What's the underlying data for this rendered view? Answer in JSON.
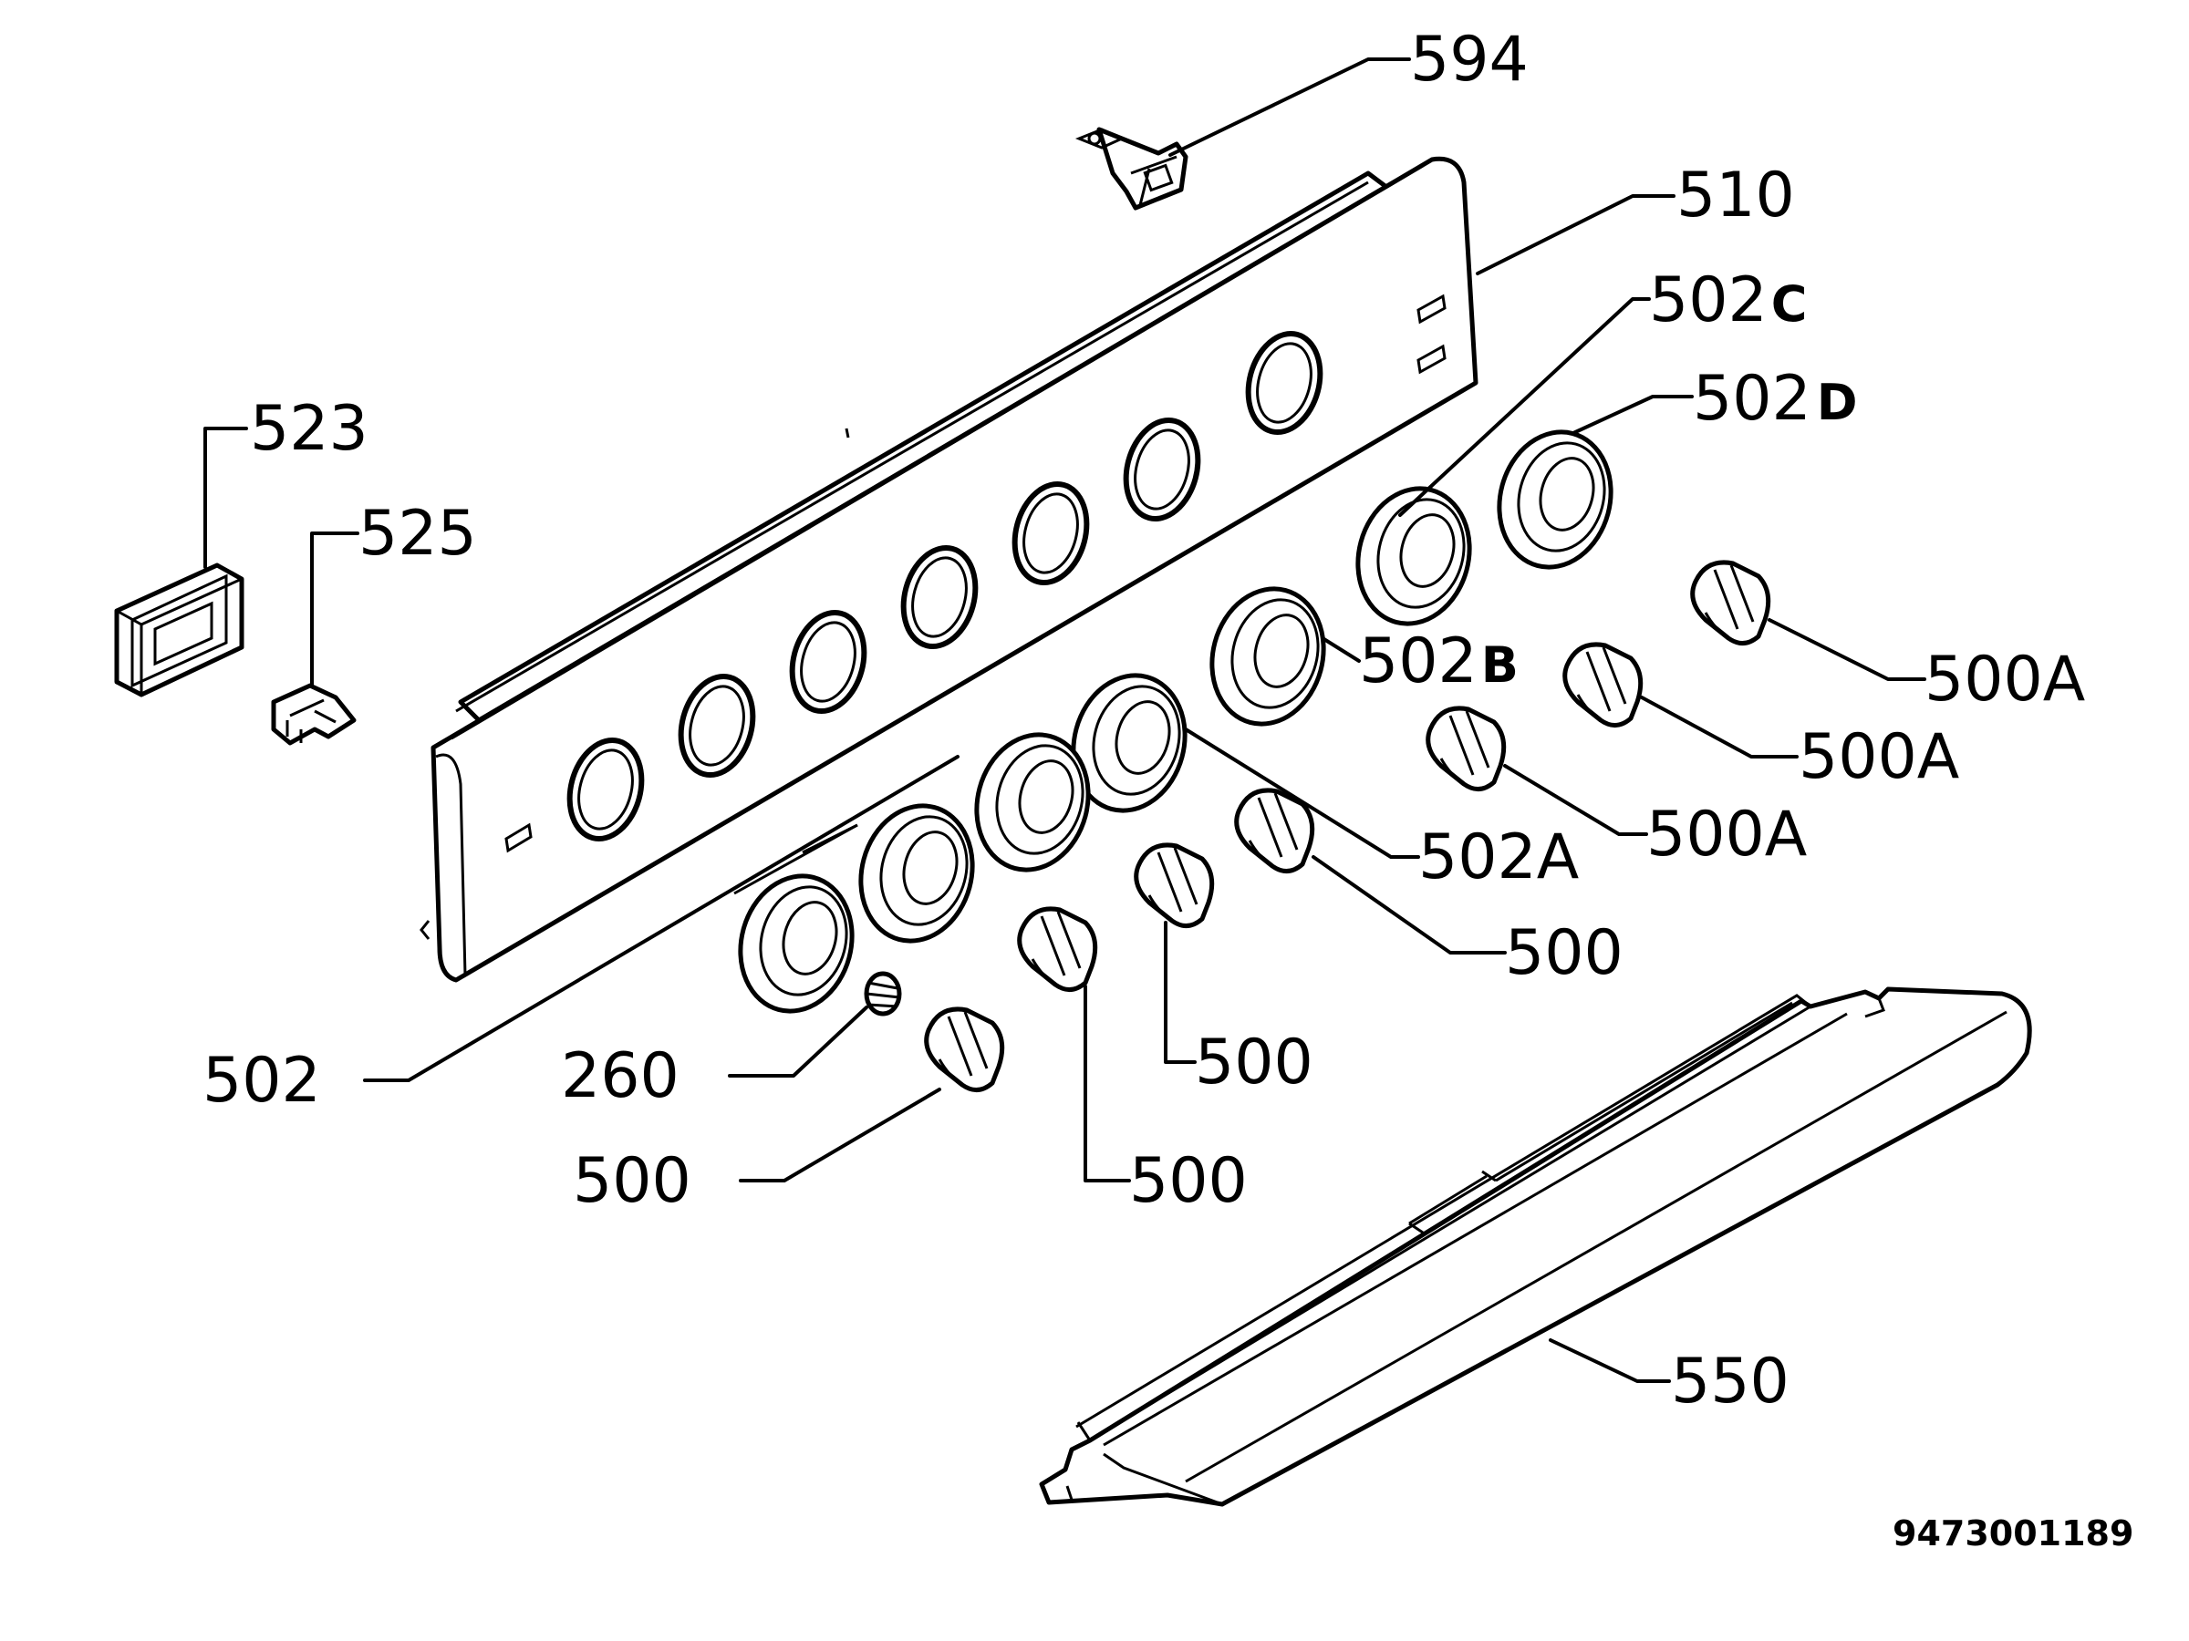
{
  "labels": {
    "p594": "594",
    "p510": "510",
    "p502c": "502",
    "p502c_suffix": "C",
    "p502d": "502",
    "p502d_suffix": "D",
    "p523": "523",
    "p525": "525",
    "p502b": "502",
    "p502b_suffix": "B",
    "p500a_1": "500A",
    "p500a_2": "500A",
    "p500a_3": "500A",
    "p502a": "502A",
    "p500_1": "500",
    "p500_2": "500",
    "p502": "502",
    "p260": "260",
    "p500_3": "500",
    "p500_4": "500",
    "p550": "550"
  },
  "document_id": "9473001189"
}
